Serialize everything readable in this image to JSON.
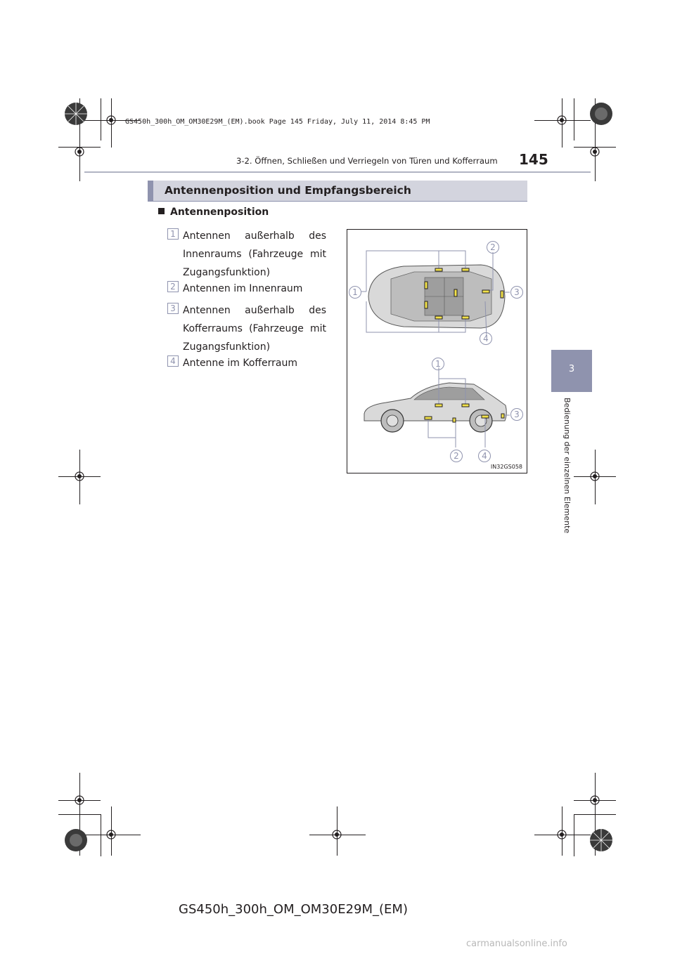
{
  "print_meta": "GS450h_300h_OM_OM30E29M_(EM).book  Page 145  Friday, July 11, 2014  8:45 PM",
  "header": {
    "section_path": "3-2. Öffnen, Schließen und Verriegeln von Türen und Kofferraum",
    "page_number": "145"
  },
  "side_tab": {
    "chapter_number": "3",
    "chapter_title": "Bedienung der einzelnen Elemente"
  },
  "heading": "Antennenposition und Empfangsbereich",
  "subheading": "Antennenposition",
  "items": [
    {
      "number": "1",
      "text": "Antennen außerhalb des Innen­raums (Fahrzeuge mit Zugangs­funktion)"
    },
    {
      "number": "2",
      "text": "Antennen im Innenraum"
    },
    {
      "number": "3",
      "text": "Antennen außerhalb des Koffer­raums (Fahrzeuge mit Zugangs­funktion)"
    },
    {
      "number": "4",
      "text": "Antenne im Kofferraum"
    }
  ],
  "figure": {
    "code": "IN32GS058",
    "top_callouts": [
      "1",
      "2",
      "3",
      "4"
    ],
    "side_callouts": [
      "1",
      "2",
      "3",
      "4"
    ]
  },
  "footer_code": "GS450h_300h_OM_OM30E29M_(EM)",
  "watermark": "carmanualsonline.info",
  "colors": {
    "accent": "#8f93ae",
    "heading_bg": "#d3d4de",
    "antenna_yellow": "#f2e24a"
  }
}
